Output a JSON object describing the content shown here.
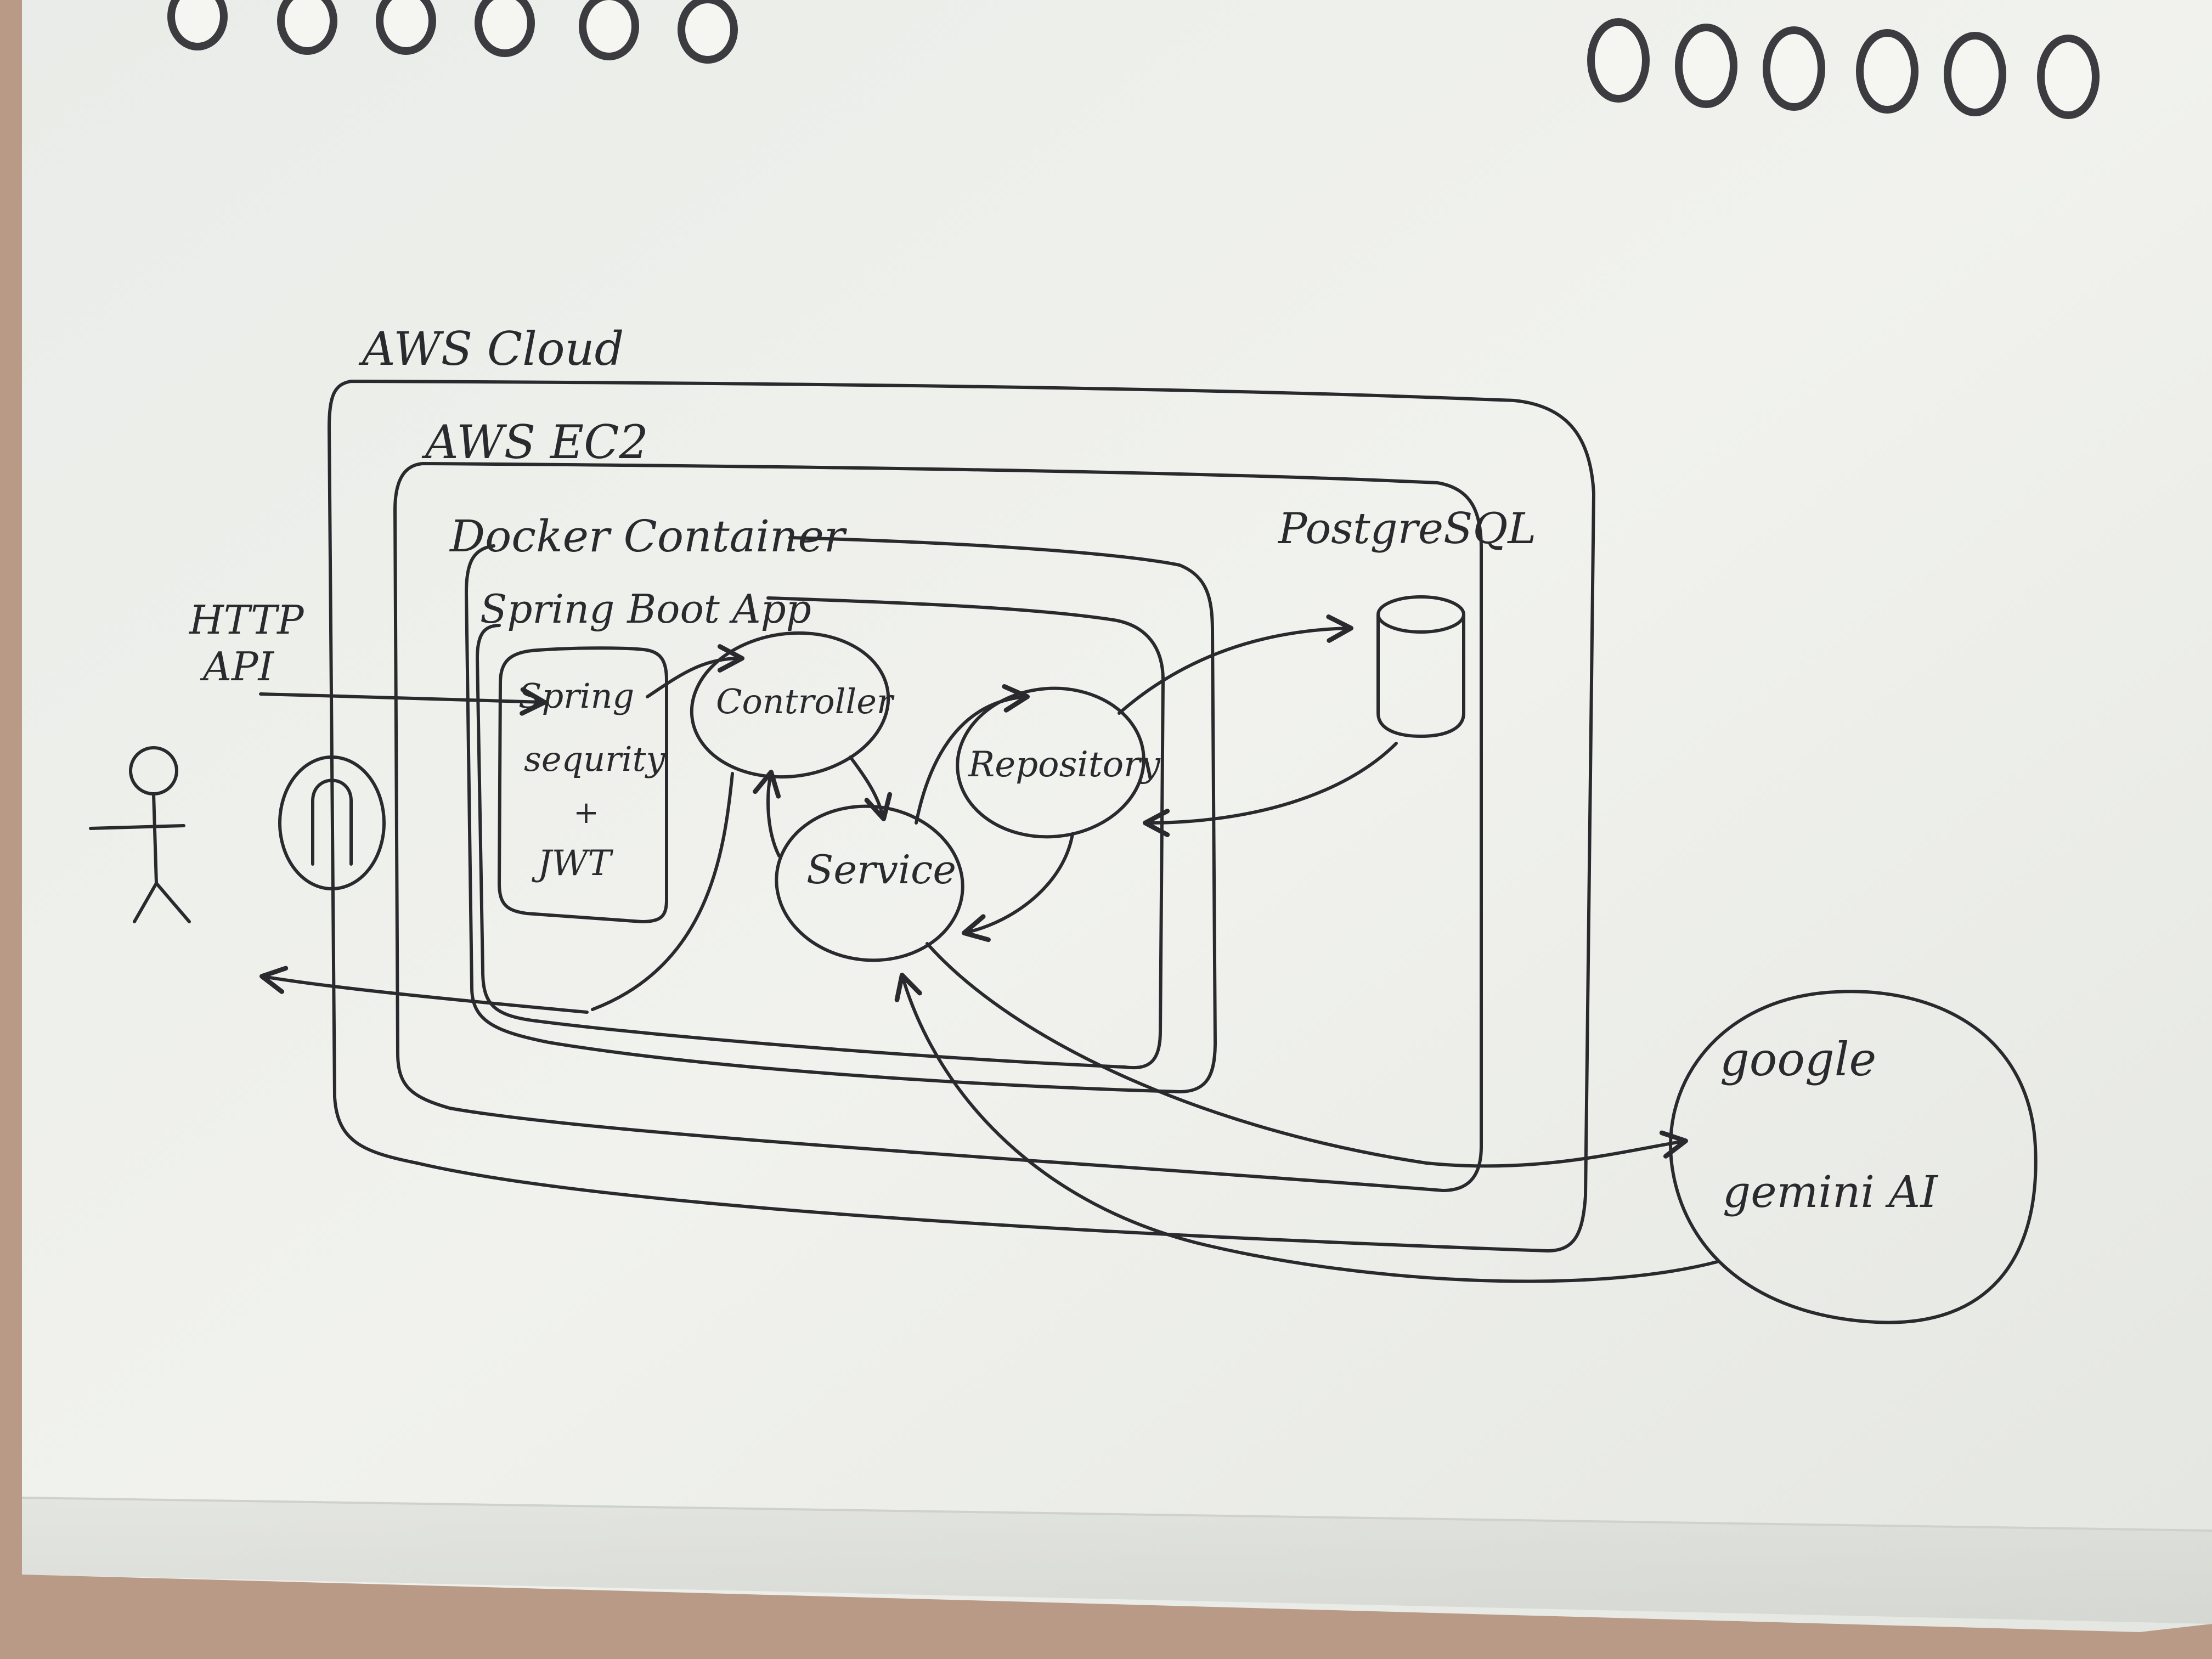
{
  "diagram": {
    "labels": {
      "aws_cloud": "AWS Cloud",
      "aws_ec2": "AWS EC2",
      "docker_container": "Docker Container",
      "spring_boot_app": "Spring Boot App",
      "postgresql": "PostgreSQL",
      "http": "HTTP",
      "api": "API",
      "security_line1": "Spring",
      "security_line2": "sequrity",
      "security_line3": "+",
      "security_line4": "JWT",
      "controller": "Controller",
      "service": "Service",
      "repository": "Repository",
      "google": "google",
      "gemini": "gemini AI"
    },
    "colors": {
      "ink": "#2a2a2e",
      "paper": "#eef0ec",
      "background": "#b89a86",
      "ring": "#f5f5f2"
    },
    "icons": [
      "stick-figure-icon",
      "database-cylinder-icon",
      "magnet-gateway-icon",
      "notebook-ring-icon"
    ]
  }
}
